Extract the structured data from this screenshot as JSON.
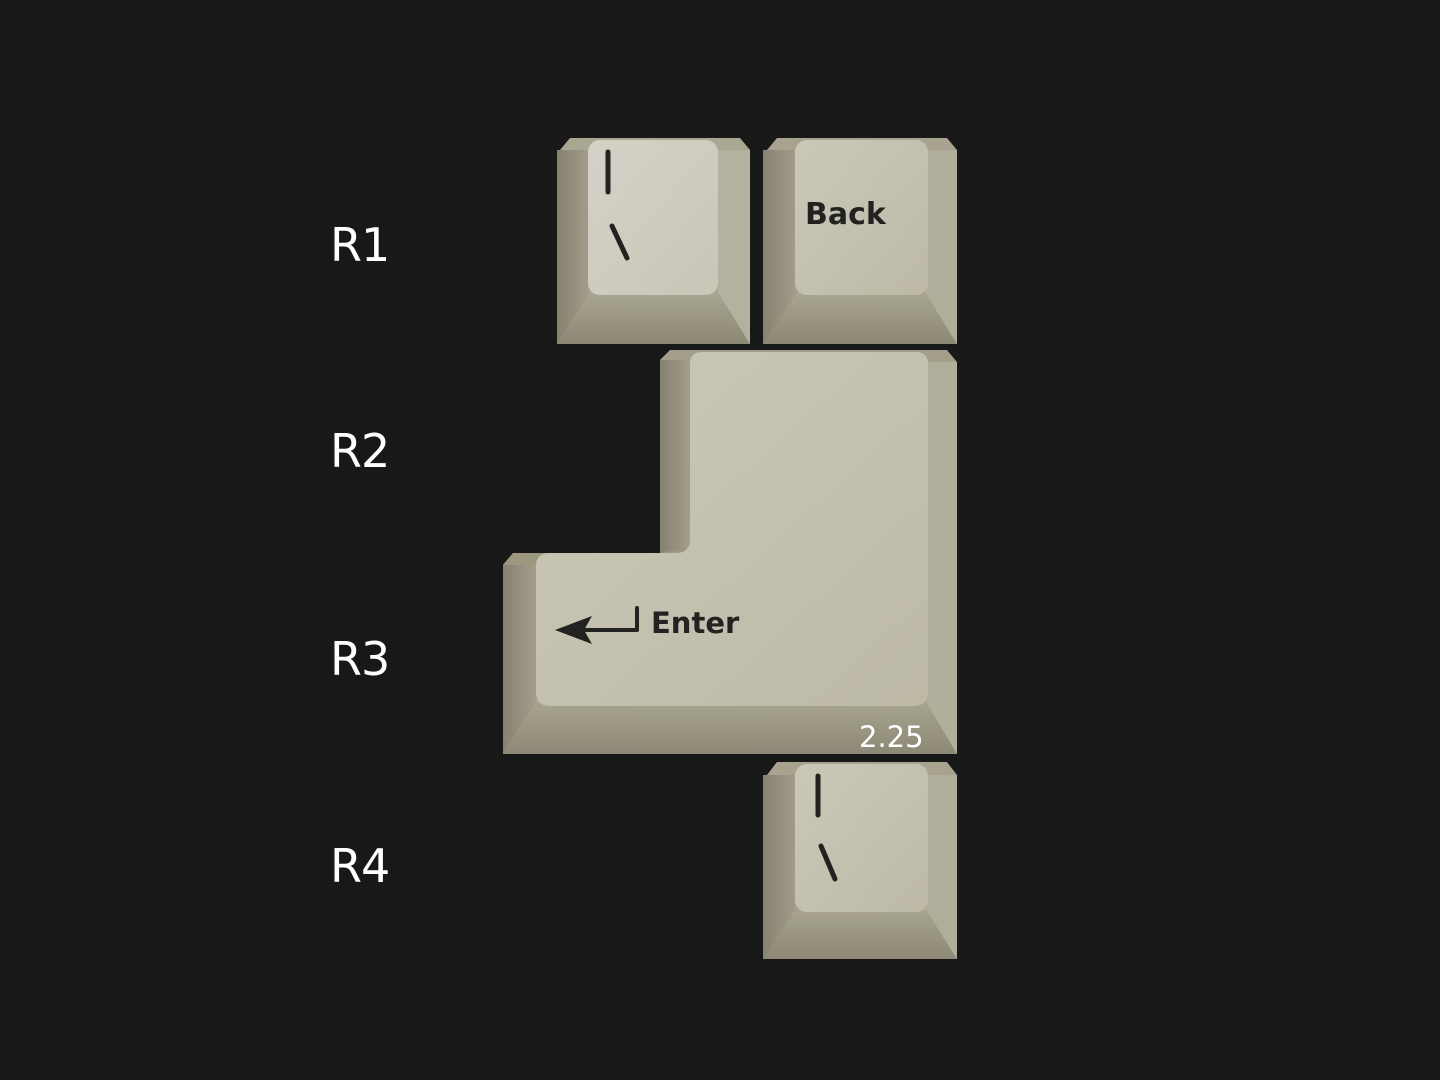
{
  "rows": [
    {
      "label": "R1"
    },
    {
      "label": "R2"
    },
    {
      "label": "R3"
    },
    {
      "label": "R4"
    }
  ],
  "keys": {
    "backslash_r1": {
      "legend_top": "|",
      "legend_bottom": "\\"
    },
    "backspace": {
      "legend": "Back"
    },
    "enter": {
      "legend": "Enter",
      "size": "2.25",
      "icon": "return-arrow-icon"
    },
    "backslash_r4": {
      "legend_top": "|",
      "legend_bottom": "\\"
    }
  },
  "colors": {
    "background": "#181818",
    "keycap_light": "#d2d0c5",
    "keycap_beige": "#c4c1b1",
    "keycap_shadow": "#8a8673",
    "legend": "#222220",
    "label": "#ffffff"
  }
}
